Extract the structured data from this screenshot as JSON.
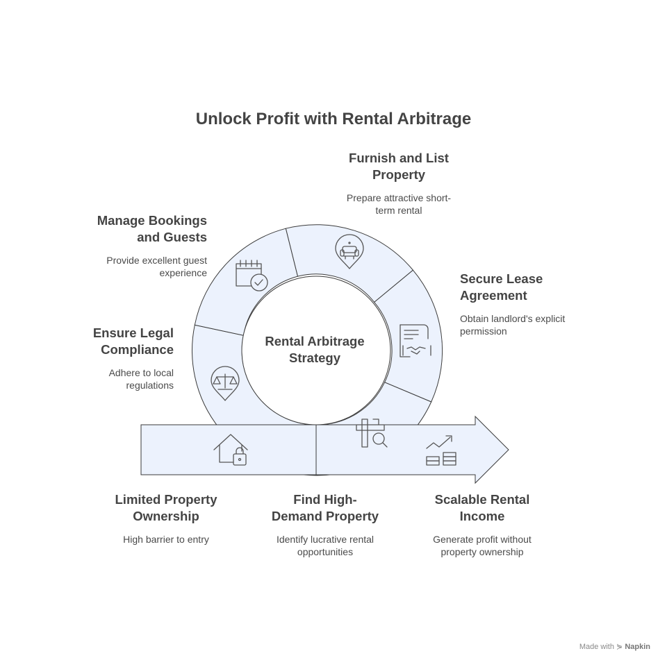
{
  "title": "Unlock Profit with Rental Arbitrage",
  "center": {
    "text": "Rental Arbitrage\nStrategy"
  },
  "steps": {
    "furnish": {
      "title": "Furnish and List\nProperty",
      "description": "Prepare attractive short-\nterm rental",
      "icon": "sofa-pin-icon"
    },
    "manage": {
      "title": "Manage Bookings\nand Guests",
      "description": "Provide excellent guest\nexperience",
      "icon": "calendar-check-icon"
    },
    "secure": {
      "title": "Secure Lease\nAgreement",
      "description": "Obtain landlord's explicit\npermission",
      "icon": "contract-handshake-icon"
    },
    "legal": {
      "title": "Ensure Legal\nCompliance",
      "description": "Adhere to local\nregulations",
      "icon": "scales-pin-icon"
    },
    "limited": {
      "title": "Limited Property\nOwnership",
      "description": "High barrier to entry",
      "icon": "house-lock-icon"
    },
    "find": {
      "title": "Find High-\nDemand Property",
      "description": "Identify lucrative rental\nopportunities",
      "icon": "map-search-icon"
    },
    "scalable": {
      "title": "Scalable Rental\nIncome",
      "description": "Generate profit without\nproperty ownership",
      "icon": "coins-growth-icon"
    }
  },
  "footer": {
    "made_with": "Made with",
    "brand": "Napkin"
  },
  "colors": {
    "fill": "#ecf2fd",
    "stroke": "#3a3a3a",
    "icon": "#555555"
  }
}
